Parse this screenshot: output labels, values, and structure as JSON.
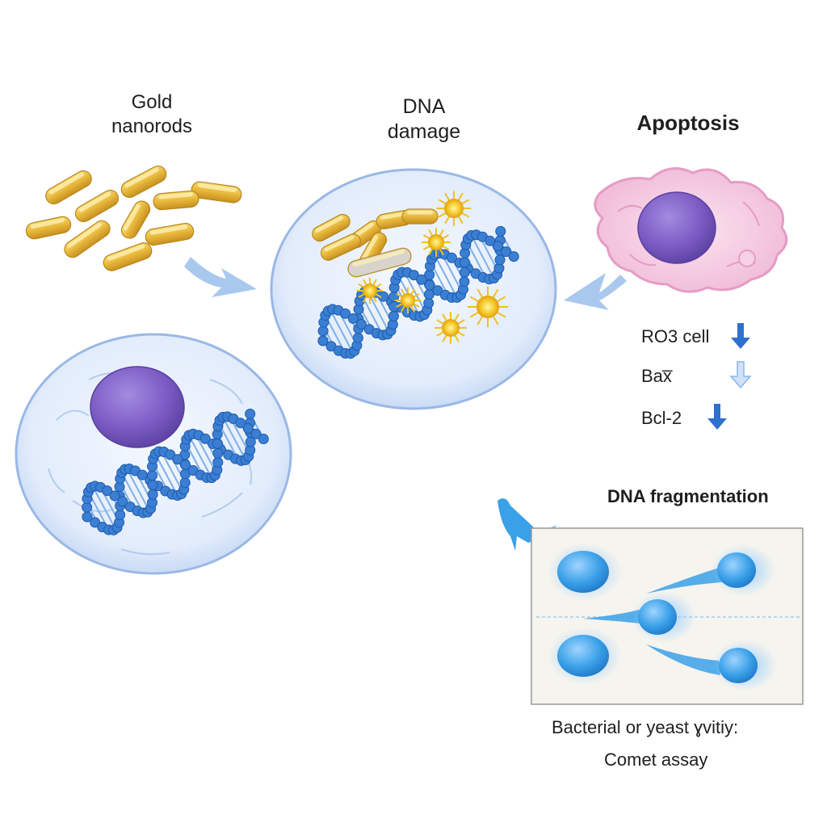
{
  "labels": {
    "gold_nanorods": [
      "Gold",
      "nanorods"
    ],
    "dna_damage": [
      "DNA",
      "damage"
    ],
    "apoptosis": "Apoptosis",
    "dna_fragmentation": "DNA fragmentation"
  },
  "markers": [
    {
      "name": "RO3 cell",
      "arrow": "down",
      "color": "#2f6fd0"
    },
    {
      "name": "Bax̅",
      "arrow": "down",
      "color": "#9cc3ee"
    },
    {
      "name": "Bcl-2",
      "arrow": "down",
      "color": "#2f6fd0"
    }
  ],
  "caption": {
    "line1": "Bacterial or yeast ɣvitiy:",
    "line2": "Comet assay"
  },
  "colors": {
    "gold": "#e8b83c",
    "membrane": "#9ab8e6",
    "dna": "#3a7fd4",
    "nucleus": "#7b5cc4",
    "apoptotic_cell": "#f4c6de",
    "arrow": "#a9c8ee",
    "comet": "#3aa0e8"
  }
}
